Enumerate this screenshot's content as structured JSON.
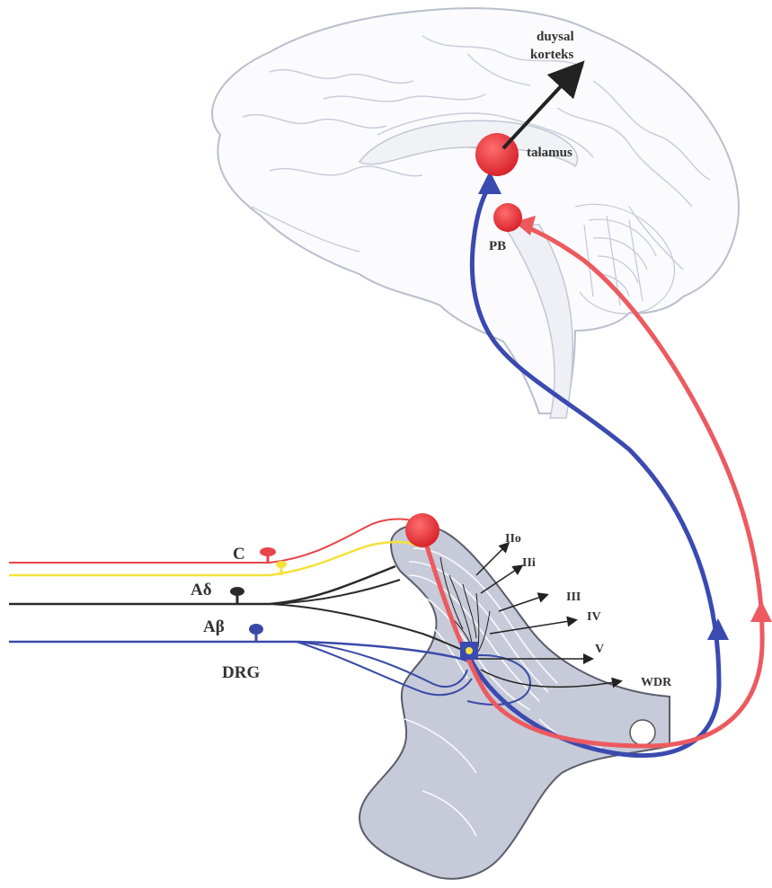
{
  "labels": {
    "cortex_line1": "duysal",
    "cortex_line2": "korteks",
    "thalamus": "talamus",
    "pb": "PB",
    "fiber_c": "C",
    "fiber_adelta": "Aδ",
    "fiber_abeta": "Aβ",
    "drg": "DRG",
    "lamina_iio": "IIo",
    "lamina_iii_inner": "IIi",
    "lamina_iii": "III",
    "lamina_iv": "IV",
    "lamina_v": "V",
    "wdr": "WDR"
  },
  "colors": {
    "c_fiber": "#e8444a",
    "c_fiber_yellow": "#f4e23a",
    "adelta_fiber": "#2a2a2a",
    "abeta_fiber": "#3a4aa8",
    "spinal_cord": "#c7cad8",
    "brain_outline": "#b9bfcc",
    "nucleus_red": "#e8343c",
    "pathway_blue": "#3a4ab0",
    "pathway_red": "#ec5a60"
  }
}
